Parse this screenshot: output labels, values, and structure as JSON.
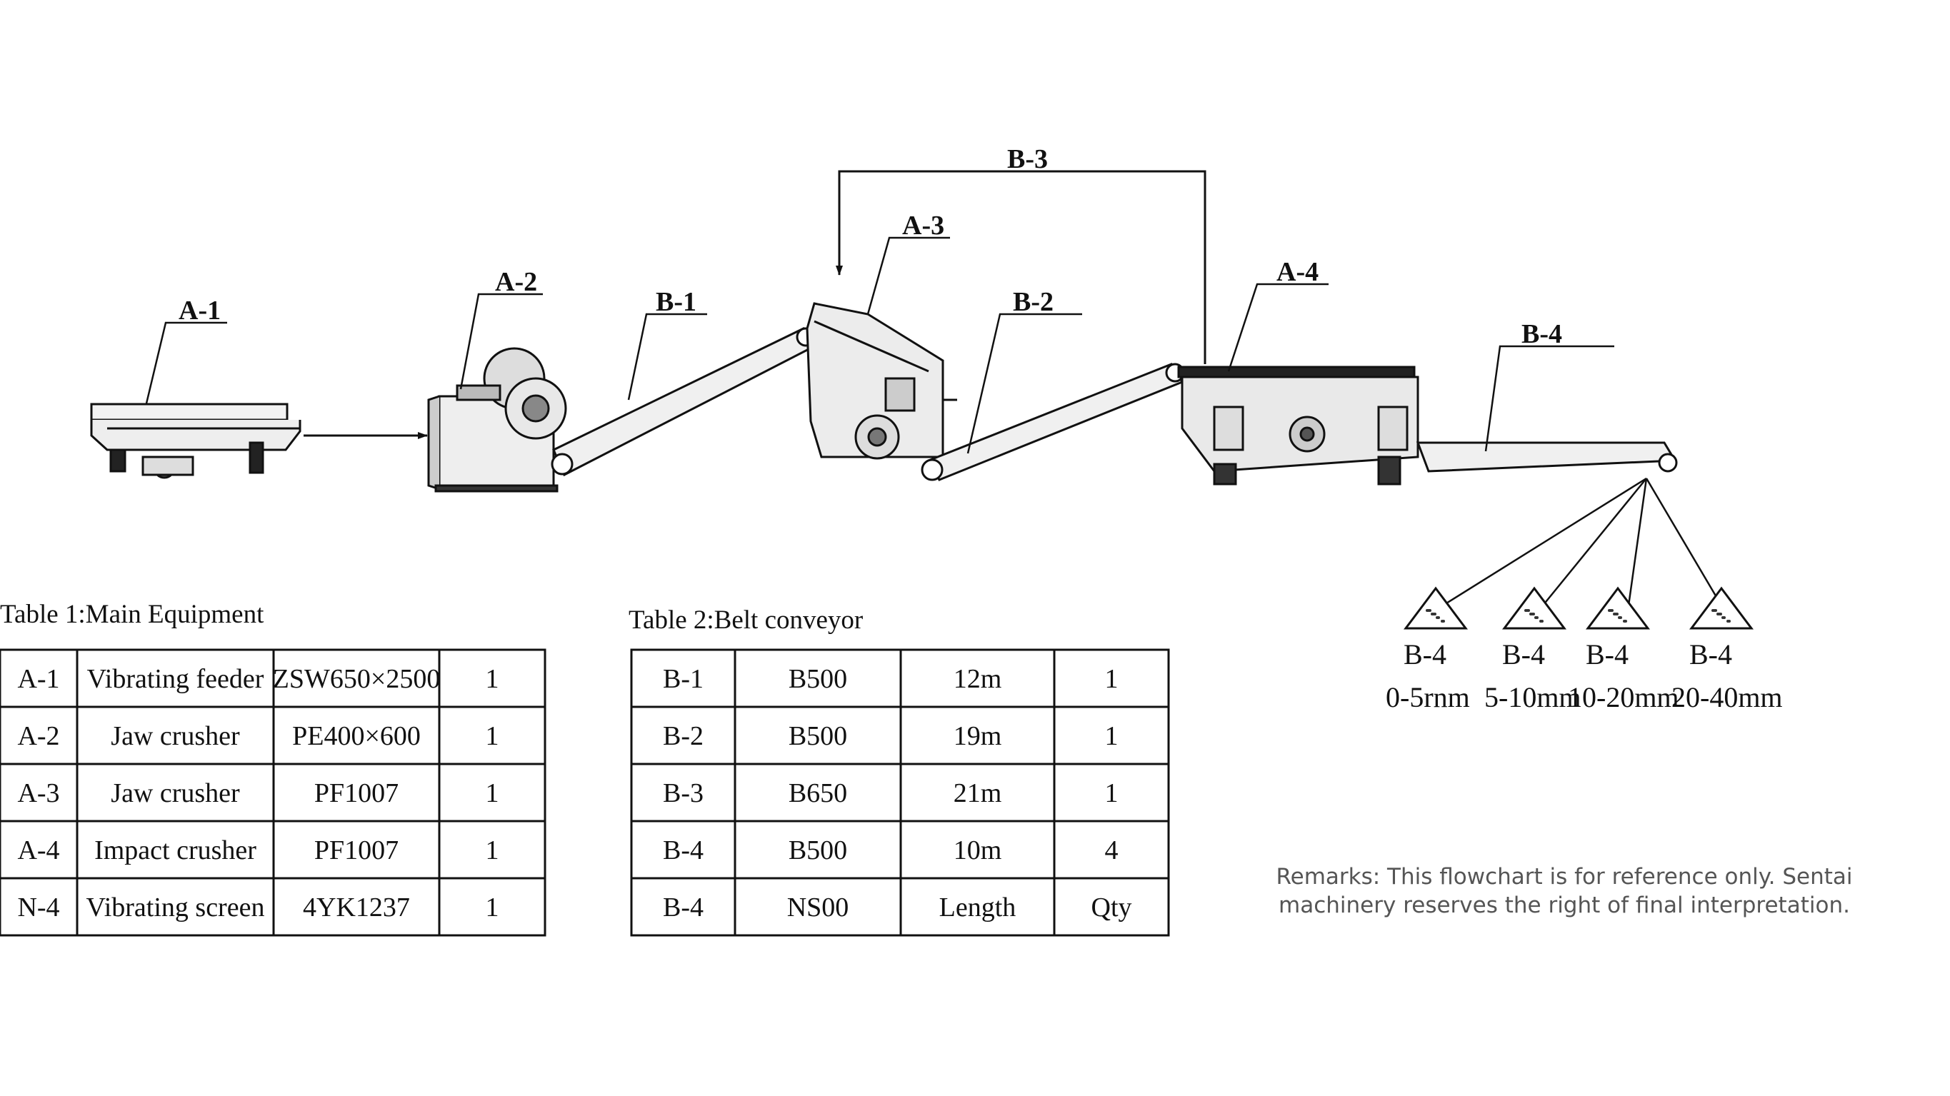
{
  "diagram": {
    "labels": {
      "a1": "A-1",
      "a2": "A-2",
      "a3": "A-3",
      "a4": "A-4",
      "b1": "B-1",
      "b2": "B-2",
      "b3": "B-3",
      "b4": "B-4"
    },
    "products": [
      {
        "code": "B-4",
        "size": "0-5rnm"
      },
      {
        "code": "B-4",
        "size": "5-10mm"
      },
      {
        "code": "B-4",
        "size": "10-20mm"
      },
      {
        "code": "B-4",
        "size": "20-40mm"
      }
    ]
  },
  "table1": {
    "caption": "Table 1:Main Equipment",
    "rows": [
      [
        "A-1",
        "Vibrating feeder",
        "ZSW650×2500",
        "1"
      ],
      [
        "A-2",
        "Jaw crusher",
        "PE400×600",
        "1"
      ],
      [
        "A-3",
        "Jaw crusher",
        "PF1007",
        "1"
      ],
      [
        "A-4",
        "Impact crusher",
        "PF1007",
        "1"
      ],
      [
        "N-4",
        "Vibrating screen",
        "4YK1237",
        "1"
      ]
    ]
  },
  "table2": {
    "caption": "Table 2:Belt conveyor",
    "rows": [
      [
        "B-1",
        "B500",
        "12m",
        "1"
      ],
      [
        "B-2",
        "B500",
        "19m",
        "1"
      ],
      [
        "B-3",
        "B650",
        "21m",
        "1"
      ],
      [
        "B-4",
        "B500",
        "10m",
        "4"
      ],
      [
        "B-4",
        "NS00",
        "Length",
        "Qty"
      ]
    ]
  },
  "remarks": {
    "line1": "Remarks:   This flowchart is for reference only. Sentai",
    "line2": "machinery reserves the right of final interpretation."
  }
}
